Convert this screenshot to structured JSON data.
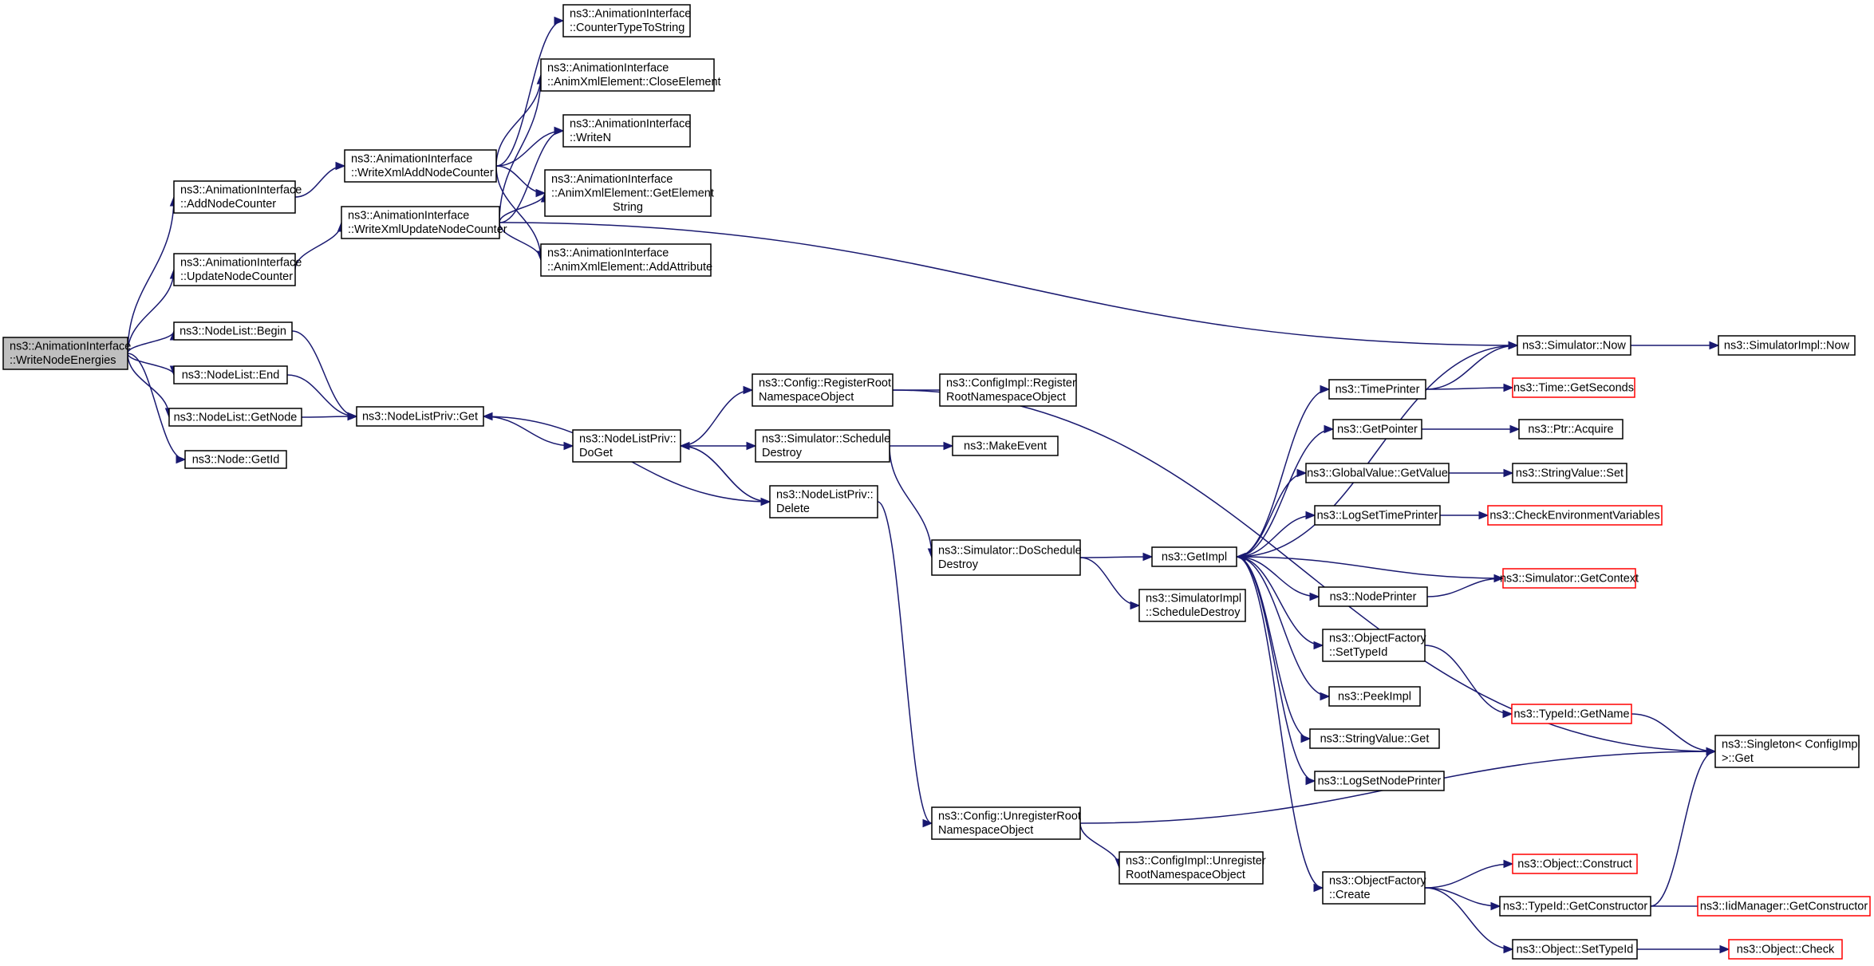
{
  "graph": {
    "title": "",
    "edge_color": "#191970",
    "truncated_border_color": "#ff0000",
    "root_fill_color": "#bfbfbf",
    "nodes": [
      {
        "id": "root",
        "lines": [
          "ns3::AnimationInterface",
          "::WriteNodeEnergies"
        ],
        "root": true
      },
      {
        "id": "addNodeCounter",
        "lines": [
          "ns3::AnimationInterface",
          "::AddNodeCounter"
        ]
      },
      {
        "id": "updateNodeCounter",
        "lines": [
          "ns3::AnimationInterface",
          "::UpdateNodeCounter"
        ]
      },
      {
        "id": "nodeListBegin",
        "lines": [
          "ns3::NodeList::Begin"
        ]
      },
      {
        "id": "nodeListEnd",
        "lines": [
          "ns3::NodeList::End"
        ]
      },
      {
        "id": "nodeListGetNode",
        "lines": [
          "ns3::NodeList::GetNode"
        ]
      },
      {
        "id": "nodeGetId",
        "lines": [
          "ns3::Node::GetId"
        ]
      },
      {
        "id": "writeXmlAdd",
        "lines": [
          "ns3::AnimationInterface",
          "::WriteXmlAddNodeCounter"
        ]
      },
      {
        "id": "writeXmlUpdate",
        "lines": [
          "ns3::AnimationInterface",
          "::WriteXmlUpdateNodeCounter"
        ]
      },
      {
        "id": "nodeListPrivGet",
        "lines": [
          "ns3::NodeListPriv::Get"
        ]
      },
      {
        "id": "counterTypeToString",
        "lines": [
          "ns3::AnimationInterface",
          "::CounterTypeToString"
        ]
      },
      {
        "id": "closeElement",
        "lines": [
          "ns3::AnimationInterface",
          "::AnimXmlElement::CloseElement"
        ]
      },
      {
        "id": "writeN",
        "lines": [
          "ns3::AnimationInterface",
          "::WriteN"
        ]
      },
      {
        "id": "getElementString",
        "lines": [
          "ns3::AnimationInterface",
          "::AnimXmlElement::GetElement",
          "String"
        ]
      },
      {
        "id": "addAttribute",
        "lines": [
          "ns3::AnimationInterface",
          "::AnimXmlElement::AddAttribute"
        ]
      },
      {
        "id": "nodeListPrivDoGet",
        "lines": [
          "ns3::NodeListPriv::",
          "DoGet"
        ]
      },
      {
        "id": "registerRoot",
        "lines": [
          "ns3::Config::RegisterRoot",
          "NamespaceObject"
        ]
      },
      {
        "id": "simScheduleDestroy",
        "lines": [
          "ns3::Simulator::Schedule",
          "Destroy"
        ]
      },
      {
        "id": "nodeListPrivDelete",
        "lines": [
          "ns3::NodeListPriv::",
          "Delete"
        ]
      },
      {
        "id": "configImplRegister",
        "lines": [
          "ns3::ConfigImpl::Register",
          "RootNamespaceObject"
        ]
      },
      {
        "id": "makeEvent",
        "lines": [
          "ns3::MakeEvent"
        ]
      },
      {
        "id": "doScheduleDestroy",
        "lines": [
          "ns3::Simulator::DoSchedule",
          "Destroy"
        ]
      },
      {
        "id": "unregisterRoot",
        "lines": [
          "ns3::Config::UnregisterRoot",
          "NamespaceObject"
        ]
      },
      {
        "id": "getImpl",
        "lines": [
          "ns3::GetImpl"
        ]
      },
      {
        "id": "simImplScheduleDestroy",
        "lines": [
          "ns3::SimulatorImpl",
          "::ScheduleDestroy"
        ]
      },
      {
        "id": "configImplUnregister",
        "lines": [
          "ns3::ConfigImpl::Unregister",
          "RootNamespaceObject"
        ]
      },
      {
        "id": "timePrinter",
        "lines": [
          "ns3::TimePrinter"
        ]
      },
      {
        "id": "getPointer",
        "lines": [
          "ns3::GetPointer"
        ]
      },
      {
        "id": "globalValueGetValue",
        "lines": [
          "ns3::GlobalValue::GetValue"
        ]
      },
      {
        "id": "logSetTimePrinter",
        "lines": [
          "ns3::LogSetTimePrinter"
        ]
      },
      {
        "id": "nodePrinter",
        "lines": [
          "ns3::NodePrinter"
        ]
      },
      {
        "id": "objFactorySetTypeId",
        "lines": [
          "ns3::ObjectFactory",
          "::SetTypeId"
        ]
      },
      {
        "id": "peekImpl",
        "lines": [
          "ns3::PeekImpl"
        ]
      },
      {
        "id": "stringValueGet",
        "lines": [
          "ns3::StringValue::Get"
        ]
      },
      {
        "id": "logSetNodePrinter",
        "lines": [
          "ns3::LogSetNodePrinter"
        ]
      },
      {
        "id": "objFactoryCreate",
        "lines": [
          "ns3::ObjectFactory",
          "::Create"
        ]
      },
      {
        "id": "simNow",
        "lines": [
          "ns3::Simulator::Now"
        ]
      },
      {
        "id": "timeGetSeconds",
        "lines": [
          "ns3::Time::GetSeconds"
        ],
        "truncated": true
      },
      {
        "id": "ptrAcquire",
        "lines": [
          "ns3::Ptr::Acquire"
        ]
      },
      {
        "id": "stringValueSet",
        "lines": [
          "ns3::StringValue::Set"
        ]
      },
      {
        "id": "checkEnvVars",
        "lines": [
          "ns3::CheckEnvironmentVariables"
        ],
        "truncated": true
      },
      {
        "id": "simGetContext",
        "lines": [
          "ns3::Simulator::GetContext"
        ],
        "truncated": true
      },
      {
        "id": "typeIdGetName",
        "lines": [
          "ns3::TypeId::GetName"
        ],
        "truncated": true
      },
      {
        "id": "objectConstruct",
        "lines": [
          "ns3::Object::Construct"
        ],
        "truncated": true
      },
      {
        "id": "typeIdGetConstructor",
        "lines": [
          "ns3::TypeId::GetConstructor"
        ]
      },
      {
        "id": "objectSetTypeId",
        "lines": [
          "ns3::Object::SetTypeId"
        ]
      },
      {
        "id": "simImplNow",
        "lines": [
          "ns3::SimulatorImpl::Now"
        ]
      },
      {
        "id": "singletonGet",
        "lines": [
          "ns3::Singleton< ConfigImpl",
          ">::Get"
        ]
      },
      {
        "id": "iidManagerGetConstructor",
        "lines": [
          "ns3::IidManager::GetConstructor"
        ],
        "truncated": true
      },
      {
        "id": "objectCheck",
        "lines": [
          "ns3::Object::Check"
        ],
        "truncated": true
      }
    ],
    "edges": [
      [
        "root",
        "addNodeCounter"
      ],
      [
        "root",
        "updateNodeCounter"
      ],
      [
        "root",
        "nodeListBegin"
      ],
      [
        "root",
        "nodeListEnd"
      ],
      [
        "root",
        "nodeListGetNode"
      ],
      [
        "root",
        "nodeGetId"
      ],
      [
        "addNodeCounter",
        "writeXmlAdd"
      ],
      [
        "updateNodeCounter",
        "writeXmlUpdate"
      ],
      [
        "nodeListBegin",
        "nodeListPrivGet"
      ],
      [
        "nodeListEnd",
        "nodeListPrivGet"
      ],
      [
        "nodeListGetNode",
        "nodeListPrivGet"
      ],
      [
        "writeXmlAdd",
        "counterTypeToString"
      ],
      [
        "writeXmlAdd",
        "closeElement"
      ],
      [
        "writeXmlAdd",
        "writeN"
      ],
      [
        "writeXmlAdd",
        "getElementString"
      ],
      [
        "writeXmlAdd",
        "addAttribute"
      ],
      [
        "writeXmlUpdate",
        "closeElement"
      ],
      [
        "writeXmlUpdate",
        "writeN"
      ],
      [
        "writeXmlUpdate",
        "getElementString"
      ],
      [
        "writeXmlUpdate",
        "addAttribute"
      ],
      [
        "writeXmlUpdate",
        "simNow"
      ],
      [
        "nodeListPrivGet",
        "nodeListPrivDoGet"
      ],
      [
        "nodeListPrivDoGet",
        "registerRoot"
      ],
      [
        "nodeListPrivDoGet",
        "simScheduleDestroy"
      ],
      [
        "nodeListPrivDoGet",
        "nodeListPrivDelete"
      ],
      [
        "nodeListPrivDelete",
        "nodeListPrivDoGet"
      ],
      [
        "nodeListPrivDelete",
        "nodeListPrivGet"
      ],
      [
        "nodeListPrivDelete",
        "unregisterRoot"
      ],
      [
        "registerRoot",
        "configImplRegister"
      ],
      [
        "registerRoot",
        "singletonGet"
      ],
      [
        "simScheduleDestroy",
        "makeEvent"
      ],
      [
        "simScheduleDestroy",
        "doScheduleDestroy"
      ],
      [
        "doScheduleDestroy",
        "getImpl"
      ],
      [
        "doScheduleDestroy",
        "simImplScheduleDestroy"
      ],
      [
        "unregisterRoot",
        "configImplUnregister"
      ],
      [
        "unregisterRoot",
        "singletonGet"
      ],
      [
        "getImpl",
        "simNow"
      ],
      [
        "getImpl",
        "timePrinter"
      ],
      [
        "getImpl",
        "getPointer"
      ],
      [
        "getImpl",
        "globalValueGetValue"
      ],
      [
        "getImpl",
        "logSetTimePrinter"
      ],
      [
        "getImpl",
        "nodePrinter"
      ],
      [
        "getImpl",
        "objFactorySetTypeId"
      ],
      [
        "getImpl",
        "peekImpl"
      ],
      [
        "getImpl",
        "stringValueGet"
      ],
      [
        "getImpl",
        "logSetNodePrinter"
      ],
      [
        "getImpl",
        "objFactoryCreate"
      ],
      [
        "timePrinter",
        "simNow"
      ],
      [
        "timePrinter",
        "timeGetSeconds"
      ],
      [
        "getPointer",
        "ptrAcquire"
      ],
      [
        "globalValueGetValue",
        "stringValueSet"
      ],
      [
        "logSetTimePrinter",
        "checkEnvVars"
      ],
      [
        "nodePrinter",
        "simGetContext"
      ],
      [
        "simGetContext",
        "getImpl"
      ],
      [
        "objFactorySetTypeId",
        "typeIdGetName"
      ],
      [
        "typeIdGetName",
        "singletonGet"
      ],
      [
        "objFactoryCreate",
        "objectConstruct"
      ],
      [
        "objFactoryCreate",
        "typeIdGetConstructor"
      ],
      [
        "objFactoryCreate",
        "objectSetTypeId"
      ],
      [
        "typeIdGetConstructor",
        "singletonGet"
      ],
      [
        "typeIdGetConstructor",
        "iidManagerGetConstructor"
      ],
      [
        "objectSetTypeId",
        "objectCheck"
      ],
      [
        "simNow",
        "simImplNow"
      ]
    ]
  }
}
